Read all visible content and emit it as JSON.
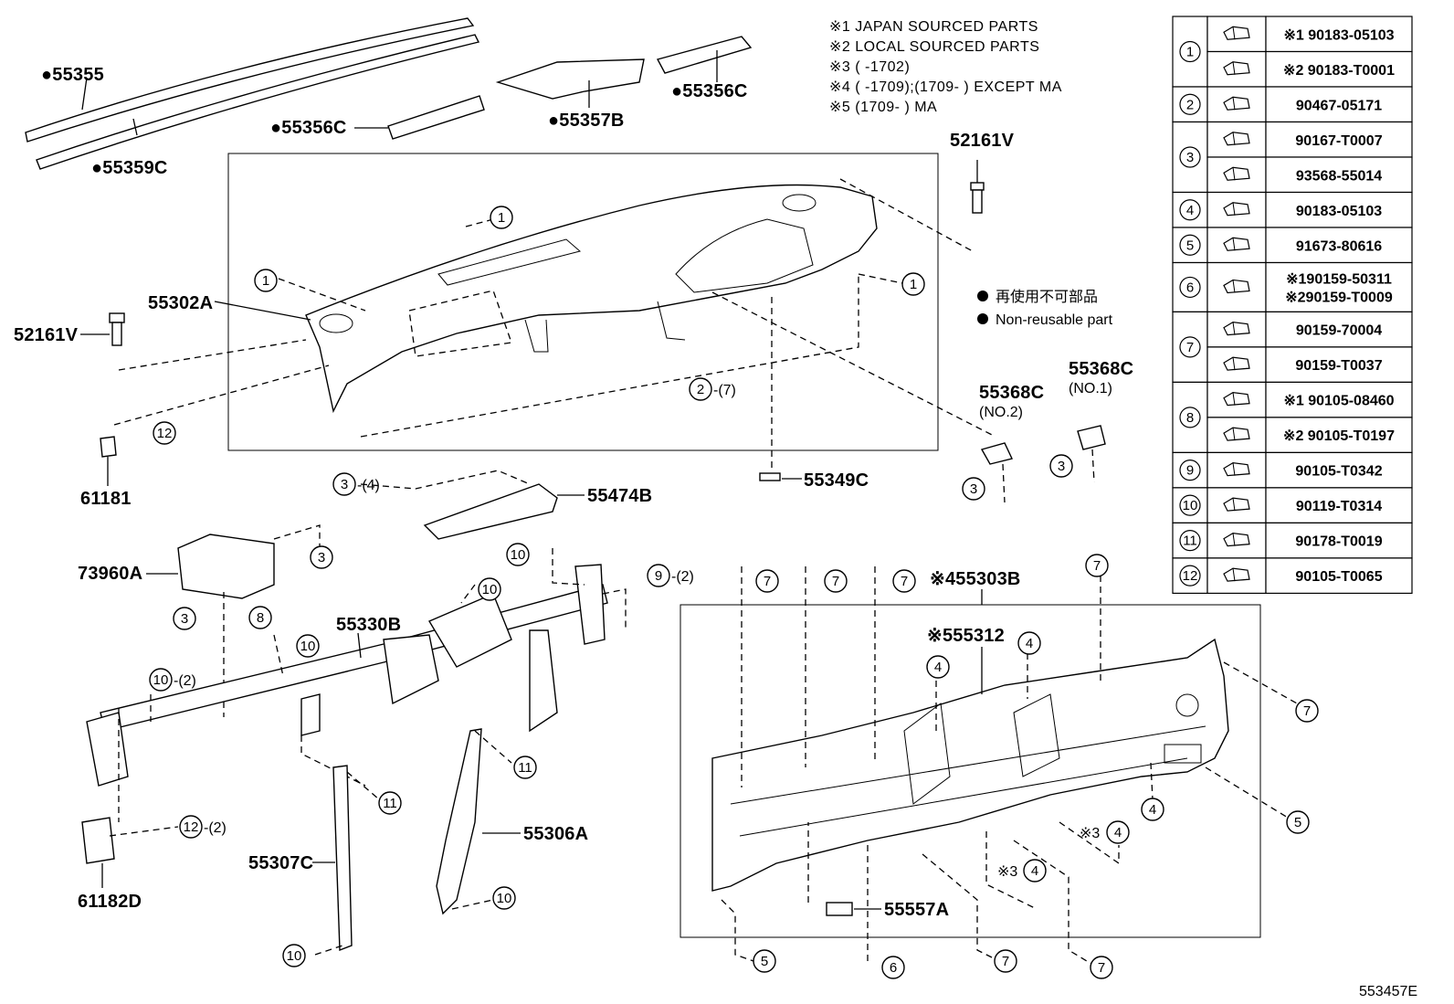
{
  "notes": [
    "※1  JAPAN SOURCED PARTS",
    "※2  LOCAL SOURCED PARTS",
    "※3  (       -1702)",
    "※4  (       -1709);(1709-       ) EXCEPT MA",
    "※5  (1709-       ) MA"
  ],
  "legend": {
    "jp": "再使用不可部品",
    "en": "Non-reusable part"
  },
  "parts": {
    "p55355": "●55355",
    "p55359C": "●55359C",
    "p55356C_a": "●55356C",
    "p55357B": "●55357B",
    "p55356C_b": "●55356C",
    "p52161V_top": "52161V",
    "p52161V_left": "52161V",
    "p55302A": "55302A",
    "p61181": "61181",
    "p55368C_no2": "55368C",
    "p55368C_no2_sub": "(NO.2)",
    "p55368C_no1": "55368C",
    "p55368C_no1_sub": "(NO.1)",
    "p55349C": "55349C",
    "p55474B": "55474B",
    "p73960A": "73960A",
    "p55330B": "55330B",
    "p55303B": "※455303B",
    "p55312": "※555312",
    "p55306A": "55306A",
    "p55307C": "55307C",
    "p61182D": "61182D",
    "p55557A": "55557A",
    "drawing_id": "553457E"
  },
  "callouts": {
    "c2_7": "-(7)",
    "c3_4": "-(4)",
    "c9_2": "-(2)",
    "c10_2": "-(2)",
    "c12_2": "-(2)",
    "x3": "※3"
  },
  "table": [
    {
      "no": "1",
      "rows": [
        {
          "code": "※1  90183-05103"
        },
        {
          "code": "※2  90183-T0001"
        }
      ]
    },
    {
      "no": "2",
      "rows": [
        {
          "code": "90467-05171"
        }
      ]
    },
    {
      "no": "3",
      "rows": [
        {
          "code": "90167-T0007"
        },
        {
          "code": "93568-55014"
        }
      ]
    },
    {
      "no": "4",
      "rows": [
        {
          "code": "90183-05103"
        }
      ]
    },
    {
      "no": "5",
      "rows": [
        {
          "code": "91673-80616"
        }
      ]
    },
    {
      "no": "6",
      "rows": [
        {
          "code": "※190159-50311\n※290159-T0009"
        }
      ]
    },
    {
      "no": "7",
      "rows": [
        {
          "code": "90159-70004"
        },
        {
          "code": "90159-T0037"
        }
      ]
    },
    {
      "no": "8",
      "rows": [
        {
          "code": "※1  90105-08460"
        },
        {
          "code": "※2  90105-T0197"
        }
      ]
    },
    {
      "no": "9",
      "rows": [
        {
          "code": "90105-T0342"
        }
      ]
    },
    {
      "no": "10",
      "rows": [
        {
          "code": "90119-T0314"
        }
      ]
    },
    {
      "no": "11",
      "rows": [
        {
          "code": "90178-T0019"
        }
      ]
    },
    {
      "no": "12",
      "rows": [
        {
          "code": "90105-T0065"
        }
      ]
    }
  ]
}
